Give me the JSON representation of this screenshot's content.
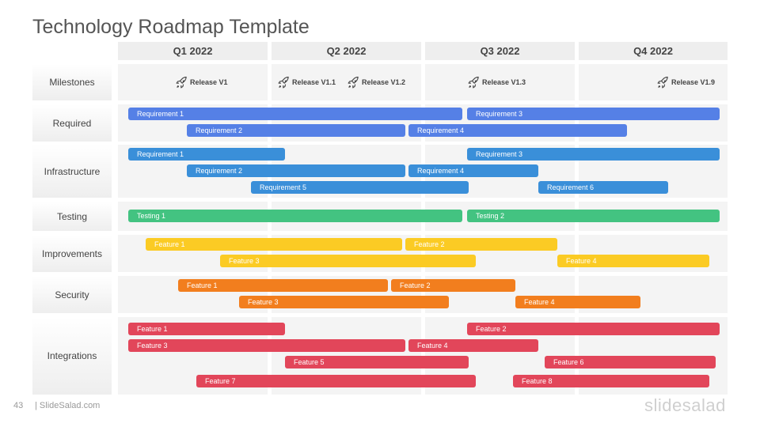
{
  "title": "Technology Roadmap Template",
  "quarters": [
    "Q1 2022",
    "Q2 2022",
    "Q3 2022",
    "Q4 2022"
  ],
  "rows": [
    {
      "label": "Milestones"
    },
    {
      "label": "Required"
    },
    {
      "label": "Infrastructure"
    },
    {
      "label": "Testing"
    },
    {
      "label": "Improvements"
    },
    {
      "label": "Security"
    },
    {
      "label": "Integrations"
    }
  ],
  "milestones": [
    {
      "label": "Release V1",
      "icon": "rocket-icon"
    },
    {
      "label": "Release V1.1",
      "icon": "rocket-icon"
    },
    {
      "label": "Release V1.2",
      "icon": "rocket-icon"
    },
    {
      "label": "Release V1.3",
      "icon": "rocket-icon"
    },
    {
      "label": "Release V1.9",
      "icon": "rocket-icon"
    }
  ],
  "colors": {
    "required": "#5580e6",
    "infrastructure": "#3a8fd9",
    "testing": "#43c381",
    "improvements": "#fbcb24",
    "security": "#f27e1e",
    "integrations": "#e2465a"
  },
  "bars": {
    "required": [
      {
        "label": "Requirement 1"
      },
      {
        "label": "Requirement 3"
      },
      {
        "label": "Requirement 2"
      },
      {
        "label": "Requirement 4"
      }
    ],
    "infrastructure": [
      {
        "label": "Requirement 1"
      },
      {
        "label": "Requirement 3"
      },
      {
        "label": "Requirement 2"
      },
      {
        "label": "Requirement 4"
      },
      {
        "label": "Requirement 5"
      },
      {
        "label": "Requirement 6"
      }
    ],
    "testing": [
      {
        "label": "Testing 1"
      },
      {
        "label": "Testing 2"
      }
    ],
    "improvements": [
      {
        "label": "Feature 1"
      },
      {
        "label": "Feature 2"
      },
      {
        "label": "Feature 3"
      },
      {
        "label": "Feature 4"
      }
    ],
    "security": [
      {
        "label": "Feature 1"
      },
      {
        "label": "Feature 2"
      },
      {
        "label": "Feature 3"
      },
      {
        "label": "Feature 4"
      }
    ],
    "integrations": [
      {
        "label": "Feature 1"
      },
      {
        "label": "Feature 2"
      },
      {
        "label": "Feature 3"
      },
      {
        "label": "Feature 4"
      },
      {
        "label": "Feature 5"
      },
      {
        "label": "Feature 6"
      },
      {
        "label": "Feature 7"
      },
      {
        "label": "Feature 8"
      }
    ]
  },
  "footer": {
    "page_number": "43",
    "brand": "| SlideSalad.com",
    "logo": "slidesalad"
  }
}
